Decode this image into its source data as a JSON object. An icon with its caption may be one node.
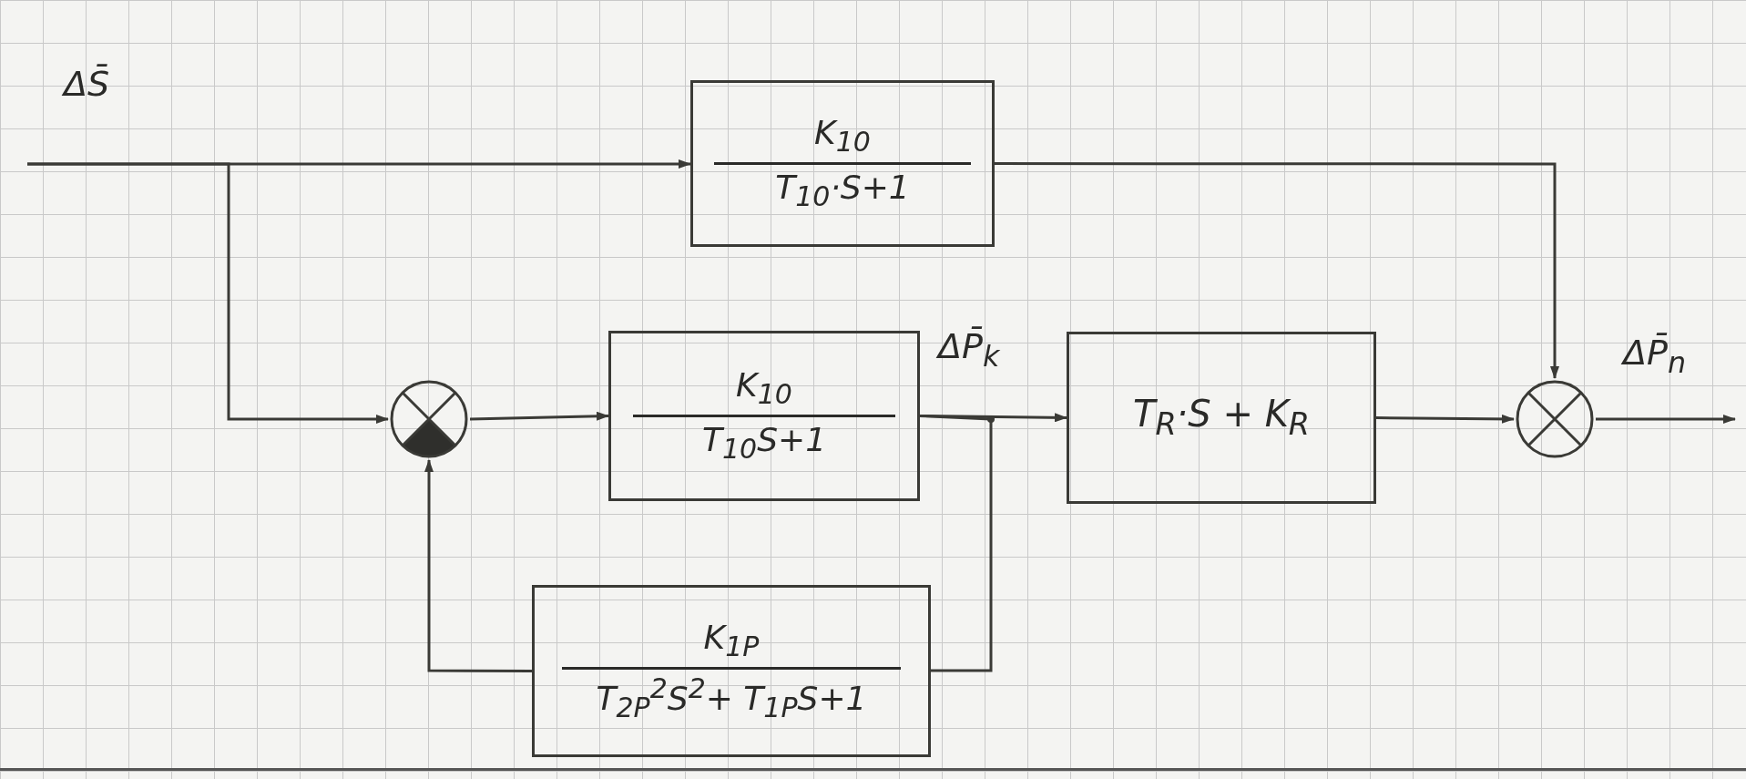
{
  "diagram": {
    "nodes": [
      {
        "text": [
          "K$_{10}$",
          "T$_{10}$·S+1"
        ]
      },
      {
        "text": [],
        "shape": "circle"
      },
      {
        "text": [
          "K$_{10}$",
          "T$_{10}$S+1"
        ]
      },
      {
        "text": [
          "T$_{R}$·S + K$_{R}$"
        ]
      },
      {
        "text": [],
        "shape": "circle"
      },
      {
        "text": [
          "K$_{1P}$",
          "T$_{2P}$$^{2}$S$^{2}$+ T$_{1P}$S+1"
        ]
      }
    ],
    "edges": [
      {
        "from": null,
        "to": 0,
        "arrow": "to"
      },
      {
        "from": null,
        "to": 1,
        "arrow": "to"
      },
      {
        "from": 0,
        "to": 4,
        "arrow": "to"
      },
      {
        "from": 1,
        "to": 2,
        "arrow": "to"
      },
      {
        "from": 2,
        "to": 3,
        "arrow": "to"
      },
      {
        "from": 2,
        "to": 5,
        "arrow": "none"
      },
      {
        "from": 5,
        "to": 1,
        "arrow": "to"
      },
      {
        "from": 3,
        "to": 4,
        "arrow": "to"
      },
      {
        "from": 4,
        "to": null,
        "arrow": "to"
      }
    ],
    "labels": [
      "ΔS̄",
      "ΔP̄$_{k}$",
      "ΔP̄$_{n}$"
    ]
  }
}
